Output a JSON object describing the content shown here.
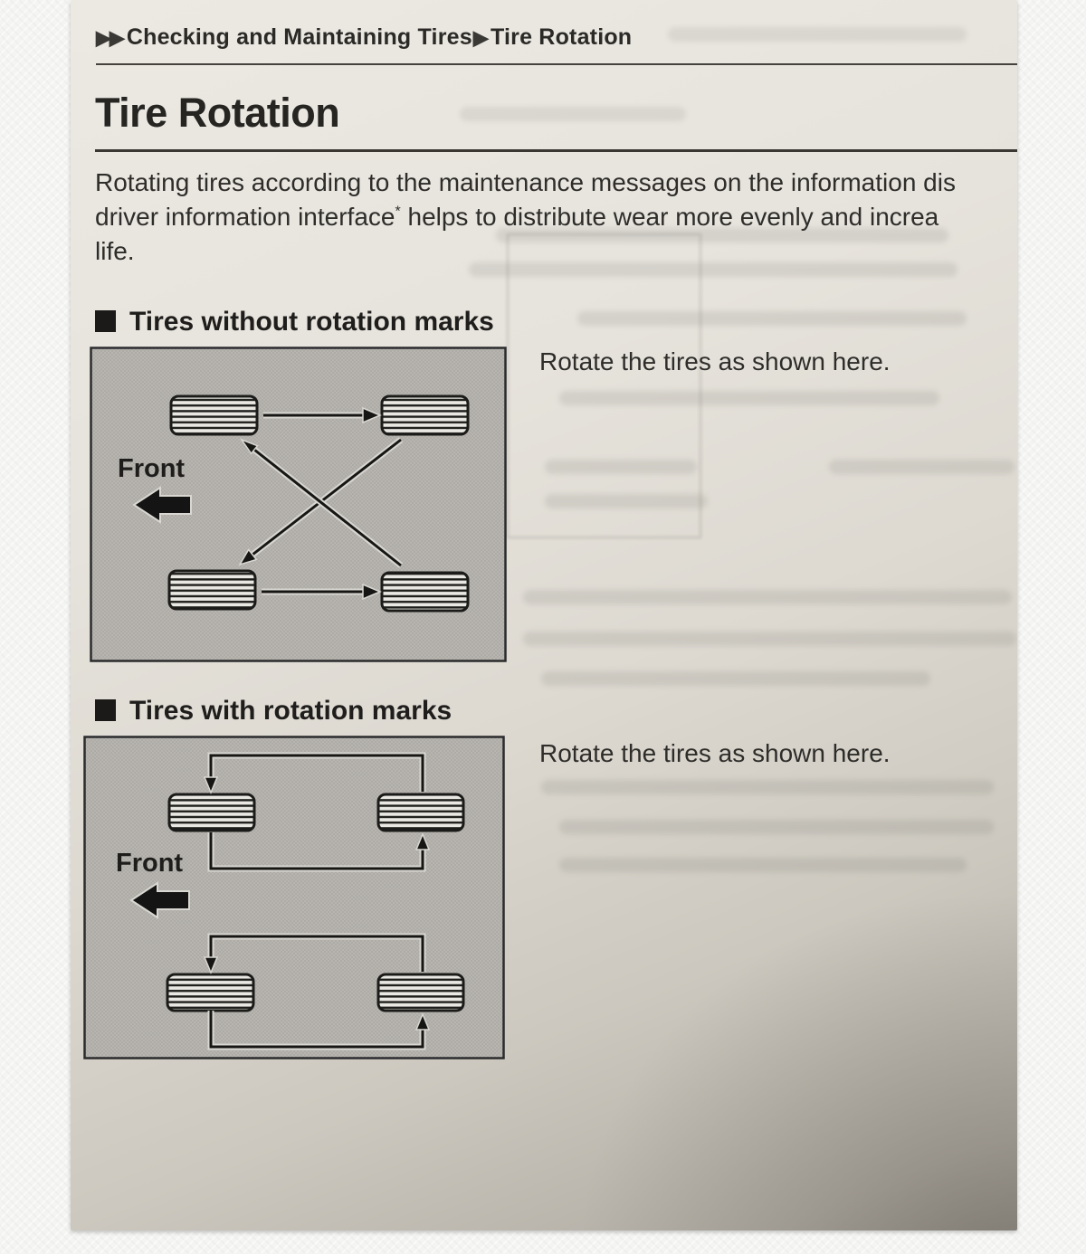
{
  "page": {
    "breadcrumb": {
      "leading_arrows": "▶▶",
      "section": "Checking and Maintaining Tires",
      "separator": "▶",
      "current": "Tire Rotation"
    },
    "title": "Tire Rotation",
    "intro": {
      "line1": "Rotating tires according to the maintenance messages on the information dis",
      "line2_pre": "driver information interface",
      "line2_sup": "*",
      "line2_post": " helps to distribute wear more evenly and increa",
      "line3": "life."
    },
    "sections": [
      {
        "marker": "■",
        "heading": "Tires without rotation marks",
        "caption": "Rotate the tires as shown here.",
        "diagram": {
          "front_label": "Front",
          "pattern": "cross-rotation",
          "tires": [
            "front-left",
            "front-right",
            "rear-left",
            "rear-right"
          ]
        }
      },
      {
        "marker": "■",
        "heading": "Tires with rotation marks",
        "caption": "Rotate the tires as shown here.",
        "diagram": {
          "front_label": "Front",
          "pattern": "same-side-front-rear-loop",
          "tires": [
            "front-left",
            "front-right",
            "rear-left",
            "rear-right"
          ]
        }
      }
    ],
    "colors": {
      "paper_light": "#ece9e3",
      "paper_dark": "#a19c93",
      "diagram_background": "#b5b3ae",
      "ink": "#262522",
      "photo_frame": "#f4f4f2"
    }
  }
}
